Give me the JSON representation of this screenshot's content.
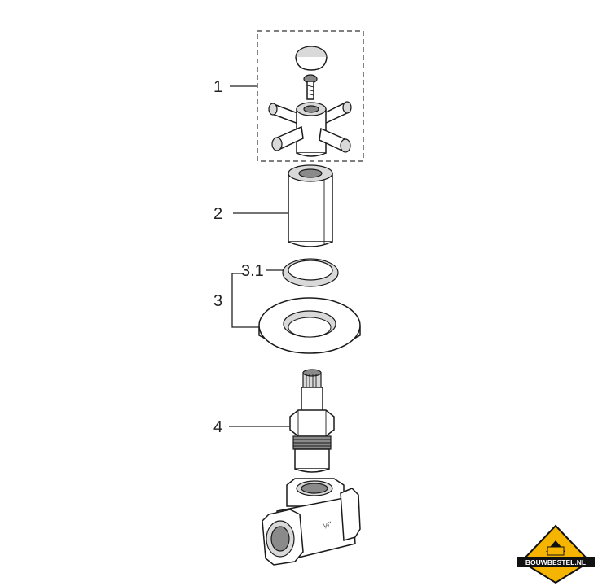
{
  "labels": {
    "part1": "1",
    "part2": "2",
    "part3": "3",
    "part31": "3.1",
    "part4": "4"
  },
  "logo": {
    "text": "BOUWBESTEL.NL",
    "accent_color": "#f5b400",
    "band_color": "#111111"
  },
  "icons": [
    "cross-handle-icon",
    "sleeve-icon",
    "o-ring-icon",
    "rosette-icon",
    "cartridge-icon",
    "valve-body-icon"
  ]
}
